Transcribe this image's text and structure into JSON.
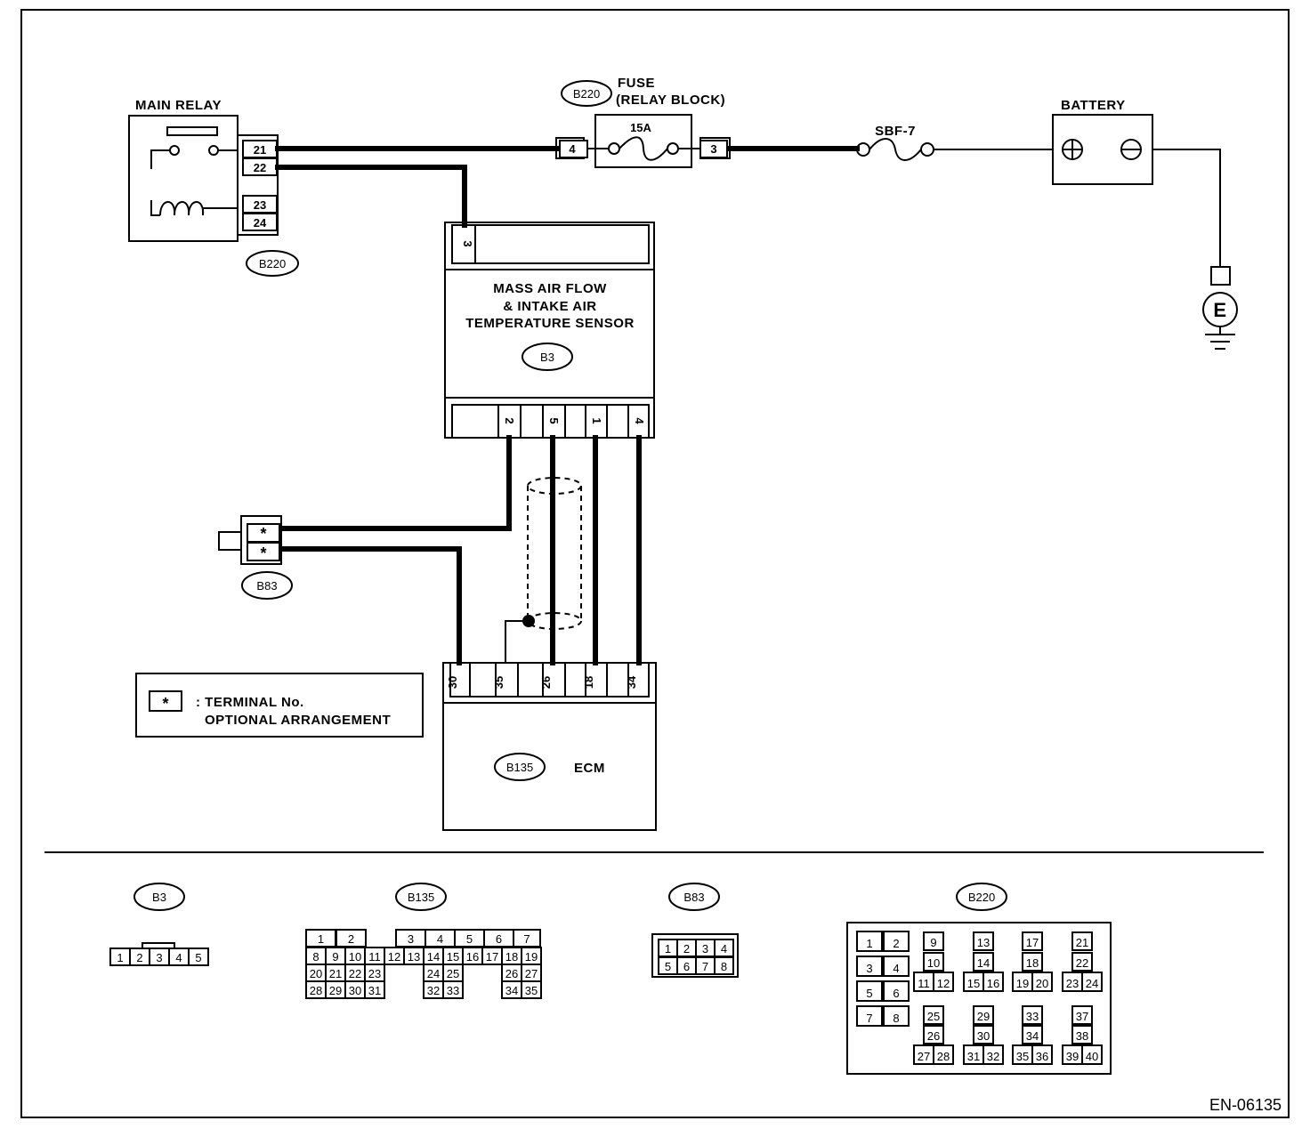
{
  "components": {
    "main_relay": {
      "title": "MAIN RELAY",
      "connector": "B220",
      "pins": [
        "21",
        "22",
        "23",
        "24"
      ]
    },
    "fuse": {
      "connector": "B220",
      "title_line1": "FUSE",
      "title_line2": "(RELAY BLOCK)",
      "rating": "15A",
      "pin_in": "4",
      "pin_out": "3"
    },
    "sbf": {
      "label": "SBF-7"
    },
    "battery": {
      "title": "BATTERY"
    },
    "ground": {
      "label": "E"
    },
    "maf_sensor": {
      "title_line1": "MASS AIR FLOW",
      "title_line2": "& INTAKE AIR",
      "title_line3": "TEMPERATURE SENSOR",
      "connector": "B3",
      "top_pin": "3",
      "bottom_pins": [
        "2",
        "5",
        "1",
        "4"
      ]
    },
    "b83_connector": {
      "connector": "B83",
      "pins": [
        "*",
        "*"
      ]
    },
    "ecm": {
      "title": "ECM",
      "connector": "B135",
      "pins": [
        "30",
        "35",
        "26",
        "18",
        "34"
      ]
    }
  },
  "legend": {
    "symbol": "*",
    "line1": ": TERMINAL No.",
    "line2": "OPTIONAL ARRANGEMENT"
  },
  "connector_views": {
    "b3": {
      "label": "B3",
      "pins": [
        "1",
        "2",
        "3",
        "4",
        "5"
      ]
    },
    "b135": {
      "label": "B135",
      "rows": [
        [
          "1",
          "2",
          "3",
          "4",
          "5",
          "6",
          "7"
        ],
        [
          "8",
          "9",
          "10",
          "11",
          "12",
          "13",
          "14",
          "15",
          "16",
          "17",
          "18",
          "19"
        ],
        [
          "20",
          "21",
          "22",
          "23",
          "24",
          "25",
          "26",
          "27"
        ],
        [
          "28",
          "29",
          "30",
          "31",
          "32",
          "33",
          "34",
          "35"
        ]
      ]
    },
    "b83": {
      "label": "B83",
      "rows": [
        [
          "1",
          "2",
          "3",
          "4"
        ],
        [
          "5",
          "6",
          "7",
          "8"
        ]
      ]
    },
    "b220": {
      "label": "B220",
      "pins": [
        "1",
        "2",
        "3",
        "4",
        "5",
        "6",
        "7",
        "8",
        "9",
        "10",
        "11",
        "12",
        "13",
        "14",
        "15",
        "16",
        "17",
        "18",
        "19",
        "20",
        "21",
        "22",
        "23",
        "24",
        "25",
        "26",
        "27",
        "28",
        "29",
        "30",
        "31",
        "32",
        "33",
        "34",
        "35",
        "36",
        "37",
        "38",
        "39",
        "40"
      ]
    }
  },
  "figure_id": "EN-06135"
}
